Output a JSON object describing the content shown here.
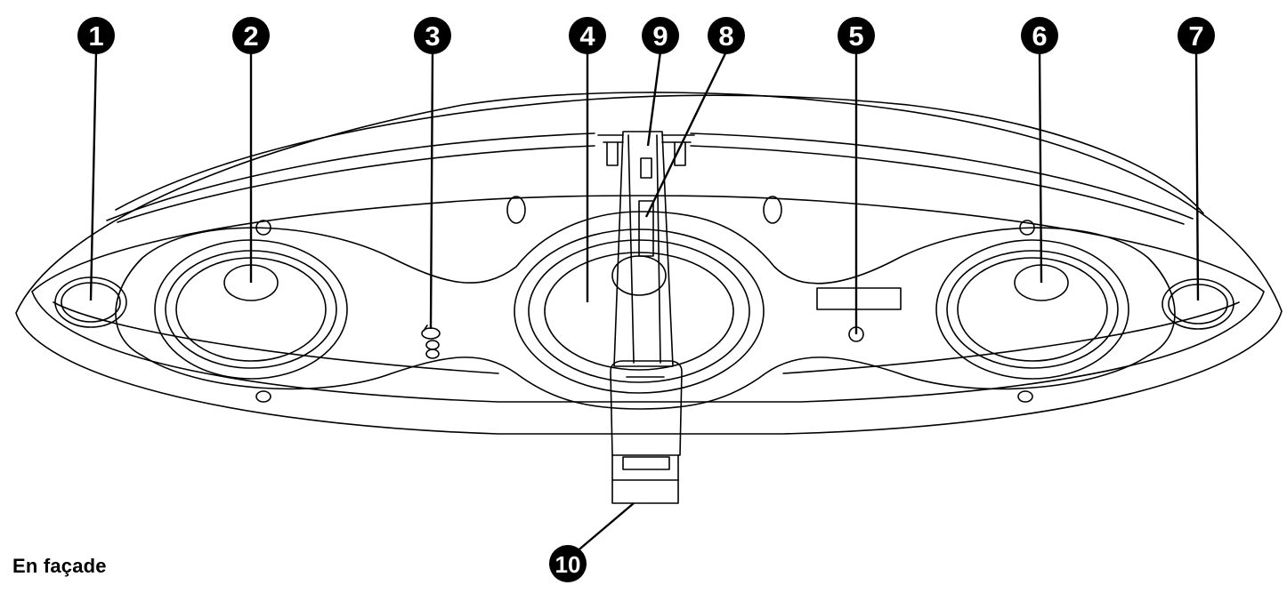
{
  "caption": "En façade",
  "callouts": [
    "1",
    "2",
    "3",
    "4",
    "9",
    "8",
    "5",
    "6",
    "7",
    "10"
  ],
  "colors": {
    "line": "#000000",
    "background": "#ffffff",
    "callout_fill": "#000000",
    "callout_text": "#ffffff"
  }
}
